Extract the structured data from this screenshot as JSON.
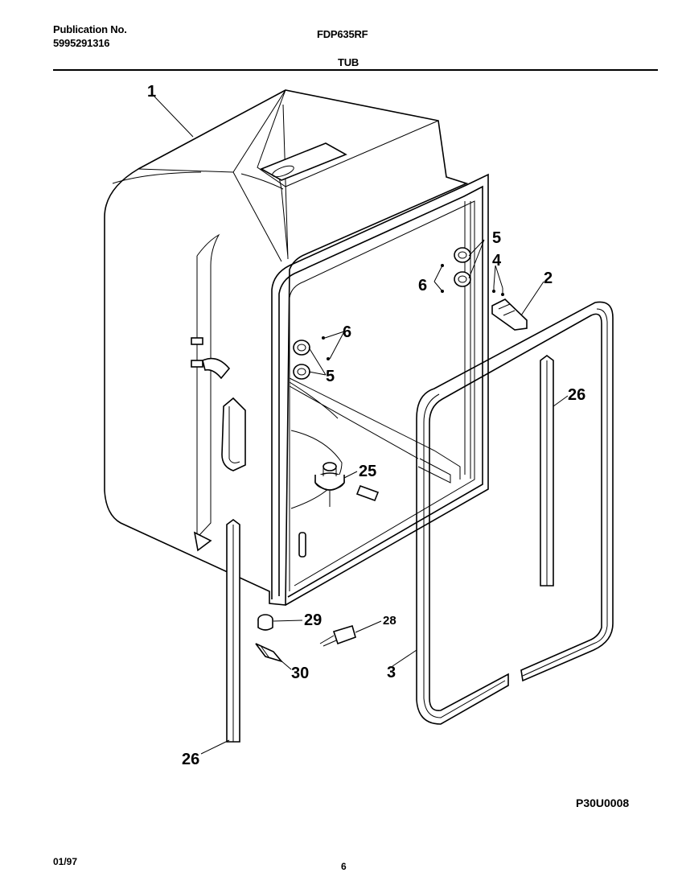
{
  "header": {
    "publication_label": "Publication No.",
    "publication_number": "5995291316",
    "model": "FDP635RF",
    "section": "TUB"
  },
  "callouts": {
    "tub": "1",
    "bracket": "2",
    "door_gasket": "3",
    "stud": "4",
    "nut_upper": "5",
    "nut_lower": "5",
    "screw_upper": "6",
    "screw_lower": "6",
    "strip_right": "26",
    "strip_left": "26",
    "float": "25",
    "switch": "28",
    "plug": "29",
    "clip": "30"
  },
  "footer": {
    "figure_code": "P30U0008",
    "date": "01/97",
    "page_number": "6"
  }
}
